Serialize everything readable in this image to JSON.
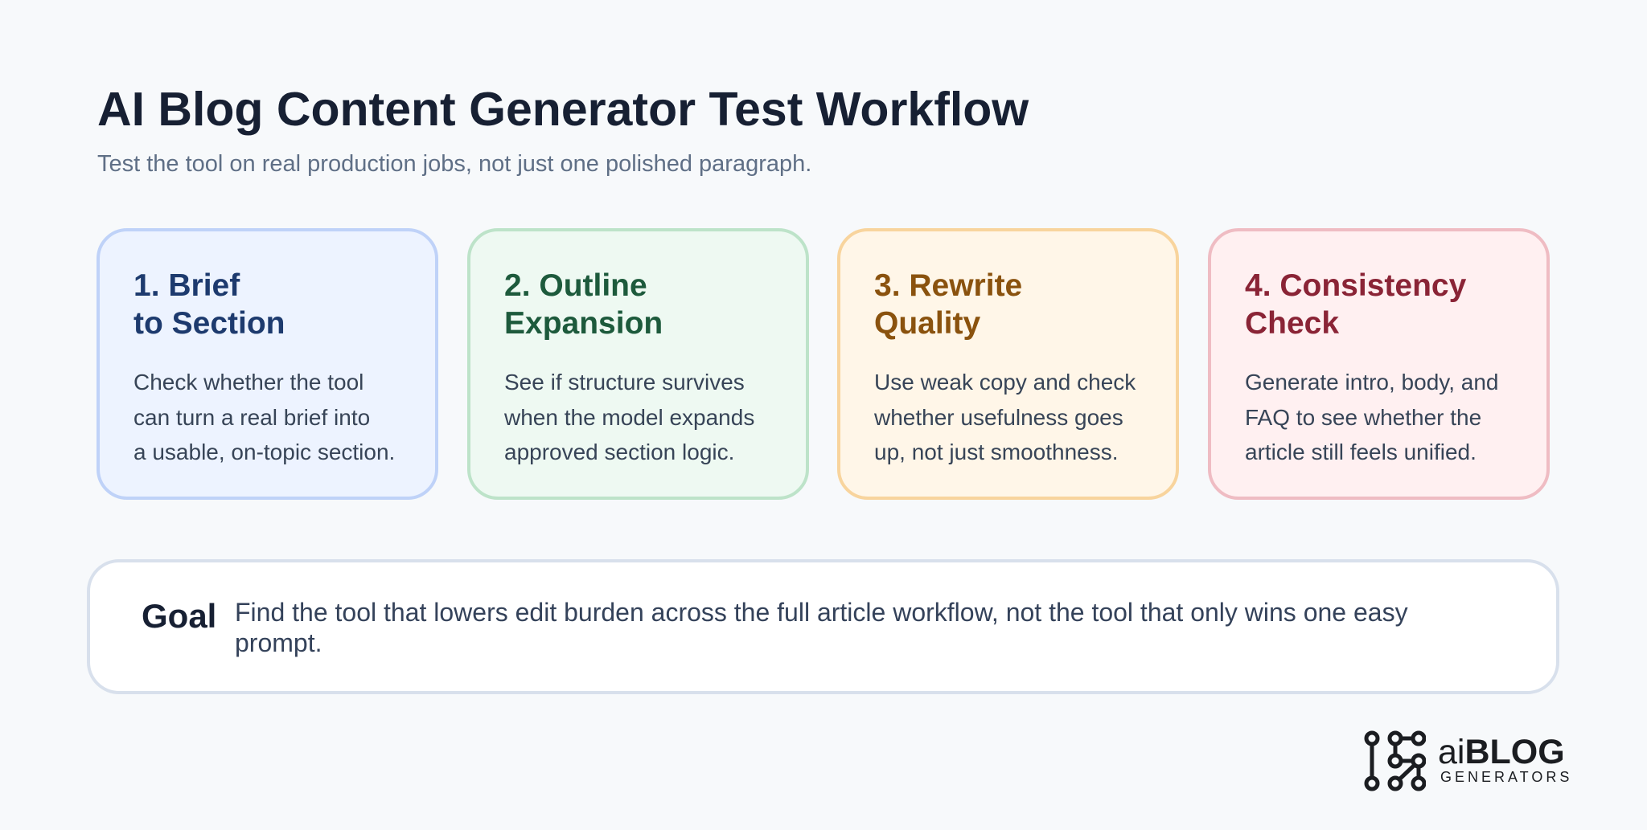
{
  "header": {
    "title": "AI Blog Content Generator Test Workflow",
    "subtitle": "Test the tool on real production jobs, not just one polished paragraph."
  },
  "cards": [
    {
      "title": "1. Brief\nto Section",
      "text": "Check whether the tool\ncan turn a real brief into\na usable, on-topic section.",
      "title_color": "#1d3a6e",
      "bg": "#edf3ff",
      "border": "#bfd2f8"
    },
    {
      "title": "2. Outline\nExpansion",
      "text": "See if structure survives\nwhen the model expands\napproved section logic.",
      "title_color": "#1d5a3c",
      "bg": "#eef9f2",
      "border": "#bde3c9"
    },
    {
      "title": "3. Rewrite\nQuality",
      "text": "Use weak copy and check\nwhether usefulness goes\n up, not just smoothness.",
      "title_color": "#8a520e",
      "bg": "#fff6e8",
      "border": "#f8d49d"
    },
    {
      "title": "4. Consistency\nCheck",
      "text": "Generate intro, body, and\nFAQ to see whether the\narticle still feels unified.",
      "title_color": "#8a2436",
      "bg": "#fff0f1",
      "border": "#efbcc3"
    }
  ],
  "goal": {
    "label": "Goal",
    "text": "Find the tool that lowers edit burden across the full article workflow, not the tool that only wins one easy prompt."
  },
  "logo": {
    "word_light": "ai",
    "word_bold": "BLOG",
    "sub": "GENERATORS",
    "icon": "circuit-nodes-icon"
  }
}
